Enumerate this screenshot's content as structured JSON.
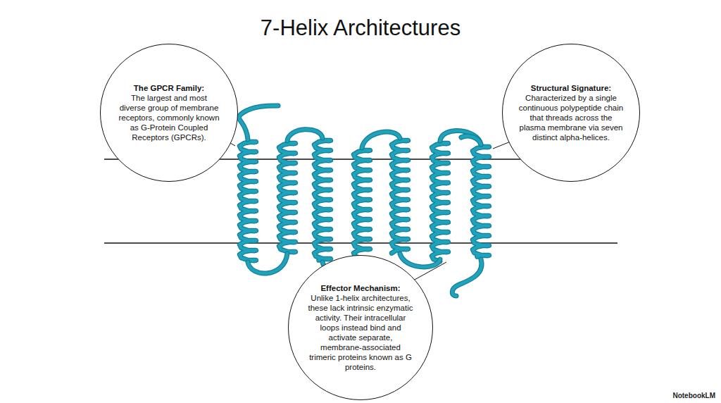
{
  "diagram": {
    "title": "7-Helix Architectures",
    "nodes": [
      {
        "text": [
          "The GPCR Family:",
          "The largest and most diverse group of membrane receptors, commonly known as G-Protein Coupled Receptors (GPCRs)."
        ]
      },
      {
        "text": [
          "Structural Signature:",
          "Characterized by a single continuous polypeptide chain that threads across the plasma membrane via seven distinct alpha-helices."
        ]
      },
      {
        "text": [
          "Effector Mechanism:",
          "Unlike 1-helix architectures, these lack intrinsic enzymatic activity. Their intracellular loops instead bind and activate separate, membrane-associated trimeric proteins known as G proteins."
        ]
      }
    ],
    "labels": [
      "NotebookLM"
    ]
  }
}
